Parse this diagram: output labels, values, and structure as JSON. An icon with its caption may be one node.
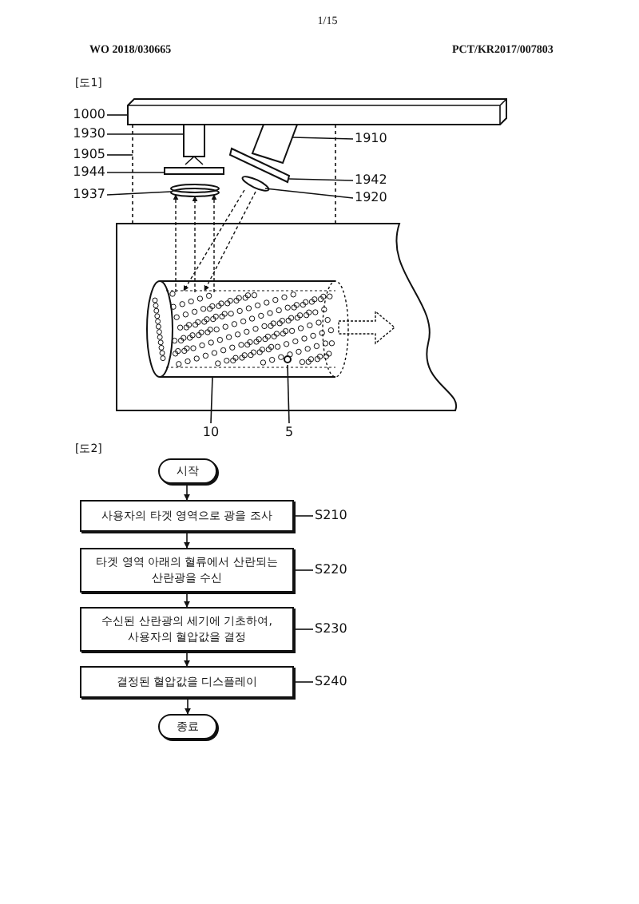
{
  "diagram": {
    "nodes": [
      {
        "text": [
          "1000"
        ]
      },
      {
        "text": [
          "1930"
        ]
      },
      {
        "text": [
          "1905"
        ]
      },
      {
        "text": [
          "1944"
        ]
      },
      {
        "text": [
          "1937"
        ]
      },
      {
        "text": [
          "1910"
        ]
      },
      {
        "text": [
          "1942"
        ]
      },
      {
        "text": [
          "1920"
        ]
      },
      {
        "text": [
          "10"
        ]
      },
      {
        "text": [
          "5"
        ]
      },
      {
        "text": [],
        "shape": "box"
      },
      {
        "text": [],
        "shape": "box"
      },
      {
        "text": [],
        "shape": "box",
        "in": 11
      },
      {
        "text": [],
        "shape": "bar",
        "in": 11
      },
      {
        "text": [],
        "shape": "lens",
        "in": 11
      },
      {
        "text": [],
        "shape": "box",
        "in": 11
      },
      {
        "text": [],
        "shape": "bar",
        "in": 11
      },
      {
        "text": [],
        "shape": "lens",
        "in": 11
      },
      {
        "text": [],
        "shape": "cylinder"
      },
      {
        "text": [],
        "shape": "circle",
        "in": 18
      },
      {
        "text": [
          "시작"
        ]
      },
      {
        "text": [
          "사용자의 타겟 영역으로 광을 조사"
        ]
      },
      {
        "text": [
          "타겟 영역 아래의 혈류에서 산란되는 산란광을 수신"
        ]
      },
      {
        "text": [
          "수신된 산란광의 세기에 기초하여, 사용자의 혈압값을 결정"
        ]
      },
      {
        "text": [
          "결정된 혈압값을 디스플레이"
        ]
      },
      {
        "text": [
          "종료"
        ]
      },
      {
        "text": [
          "S210"
        ]
      },
      {
        "text": [
          "S220"
        ]
      },
      {
        "text": [
          "S230"
        ]
      },
      {
        "text": [
          "S240"
        ]
      }
    ],
    "edges": [
      {
        "from": 0,
        "to": 10,
        "arrow": "none"
      },
      {
        "from": 1,
        "to": 12,
        "arrow": "none"
      },
      {
        "from": 2,
        "to": 11,
        "arrow": "none"
      },
      {
        "from": 3,
        "to": 13,
        "arrow": "none"
      },
      {
        "from": 4,
        "to": 14,
        "arrow": "none"
      },
      {
        "from": 5,
        "to": 15,
        "arrow": "none"
      },
      {
        "from": 6,
        "to": 16,
        "arrow": "none"
      },
      {
        "from": 7,
        "to": 17,
        "arrow": "none"
      },
      {
        "from": 8,
        "to": 18,
        "arrow": "none"
      },
      {
        "from": 9,
        "to": 19,
        "arrow": "none"
      },
      {
        "from": 20,
        "to": 21,
        "arrow": "to"
      },
      {
        "from": 21,
        "to": 22,
        "arrow": "to"
      },
      {
        "from": 22,
        "to": 23,
        "arrow": "to"
      },
      {
        "from": 23,
        "to": 24,
        "arrow": "to"
      },
      {
        "from": 24,
        "to": 25,
        "arrow": "to"
      },
      {
        "from": 26,
        "to": 21,
        "arrow": "none"
      },
      {
        "from": 27,
        "to": 22,
        "arrow": "none"
      },
      {
        "from": 28,
        "to": 23,
        "arrow": "none"
      },
      {
        "from": 29,
        "to": 24,
        "arrow": "none"
      },
      {
        "from": 18,
        "to": 14,
        "arrow": "to",
        "style": "dashed"
      },
      {
        "from": 18,
        "to": 14,
        "arrow": "to",
        "style": "dashed"
      },
      {
        "from": 18,
        "to": 14,
        "arrow": "to",
        "style": "dashed"
      },
      {
        "from": 17,
        "to": 18,
        "arrow": "to",
        "style": "dashed"
      },
      {
        "from": 17,
        "to": 18,
        "arrow": "to",
        "style": "dashed"
      }
    ],
    "labels": [
      "1/15",
      "WO 2018/030665",
      "PCT/KR2017/007803",
      "[도1]",
      "[도2]"
    ]
  }
}
